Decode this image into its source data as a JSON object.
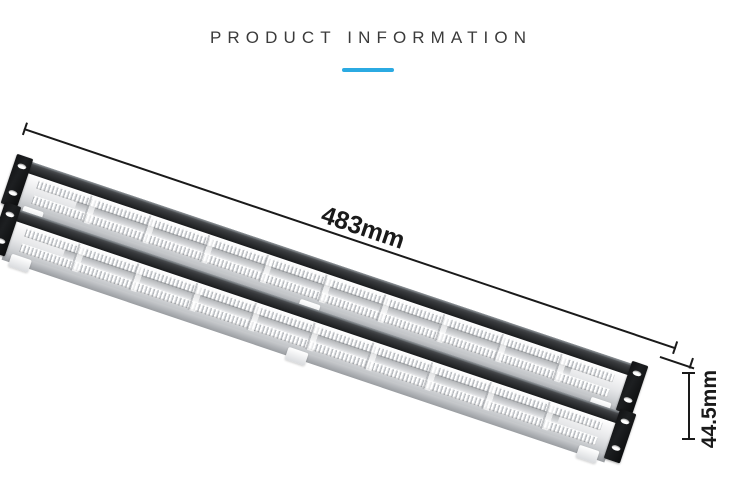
{
  "header": {
    "title": "PRODUCT INFORMATION",
    "accent_color": "#2baae2",
    "title_color": "#3b3b3b"
  },
  "product": {
    "name": "rack-mount-patch-panel",
    "panels": [
      {
        "id": "upper-patch-panel"
      },
      {
        "id": "lower-patch-panel"
      }
    ],
    "colors": {
      "bracket_black": "#1a1b1d",
      "chassis_white": "#eceef0",
      "rail_dark": "#2c2e30",
      "background": "#ffffff"
    }
  },
  "dimensions": {
    "length": {
      "label": "483mm",
      "orientation": "diagonal",
      "measures": "overall-width"
    },
    "height": {
      "label": "44.5mm",
      "orientation": "vertical",
      "measures": "overall-height"
    },
    "line_color": "#1a1a1a"
  }
}
